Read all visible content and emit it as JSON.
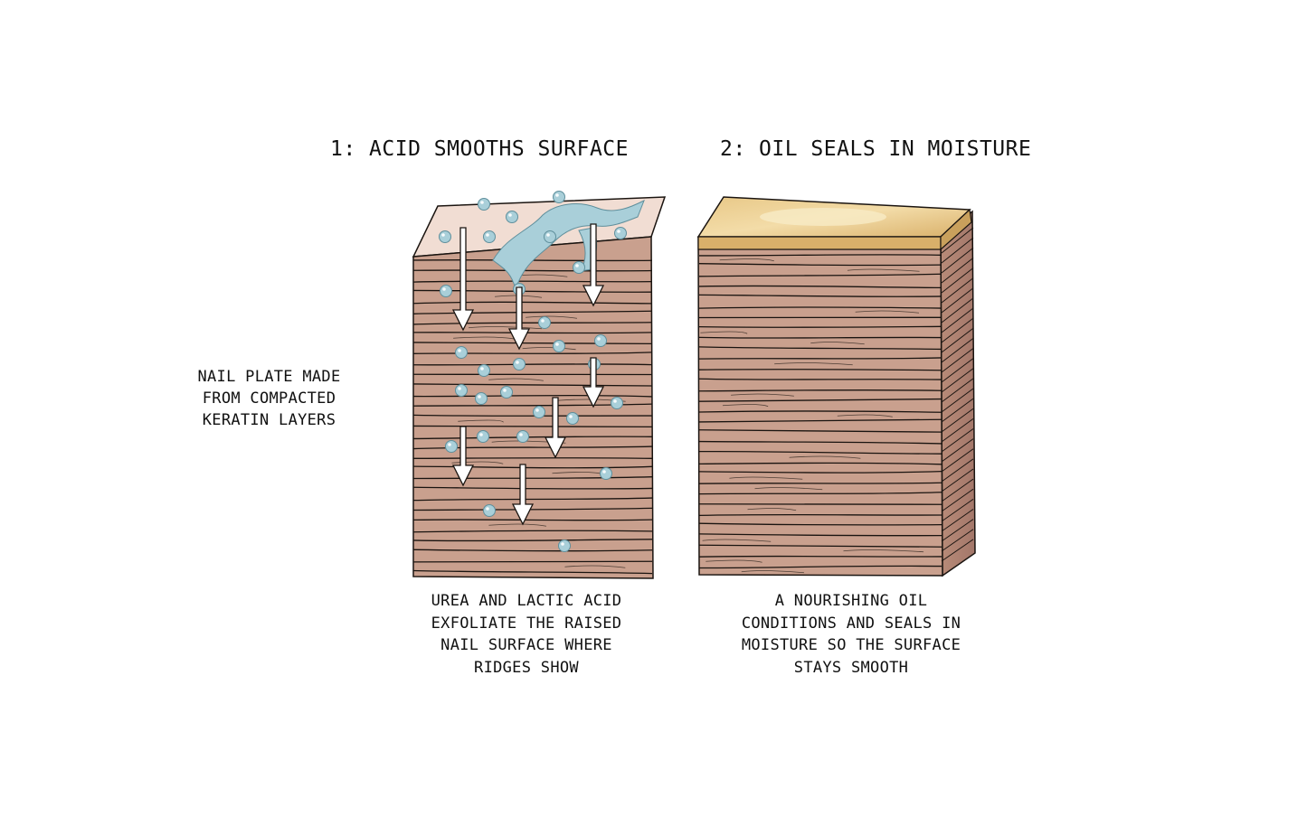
{
  "panels": [
    {
      "title": "1: ACID SMOOTHS SURFACE",
      "caption_lines": [
        "UREA AND LACTIC ACID",
        "EXFOLIATE THE RAISED",
        "NAIL SURFACE WHERE",
        "RIDGES SHOW"
      ]
    },
    {
      "title": "2: OIL SEALS IN MOISTURE",
      "caption_lines": [
        "A NOURISHING OIL",
        "CONDITIONS AND SEALS IN",
        "MOISTURE SO THE SURFACE",
        "STAYS SMOOTH"
      ]
    }
  ],
  "side_label_lines": [
    "NAIL PLATE MADE",
    "FROM COMPACTED",
    "KERATIN LAYERS"
  ],
  "colors": {
    "keratin": "#c9a08e",
    "keratin_light": "#e3c9bb",
    "top_surface": "#f1ddd3",
    "oil": "#e3bf7c",
    "oil_light": "#f4e0b0",
    "acid": "#a9cfd9",
    "line": "#1a1410"
  }
}
